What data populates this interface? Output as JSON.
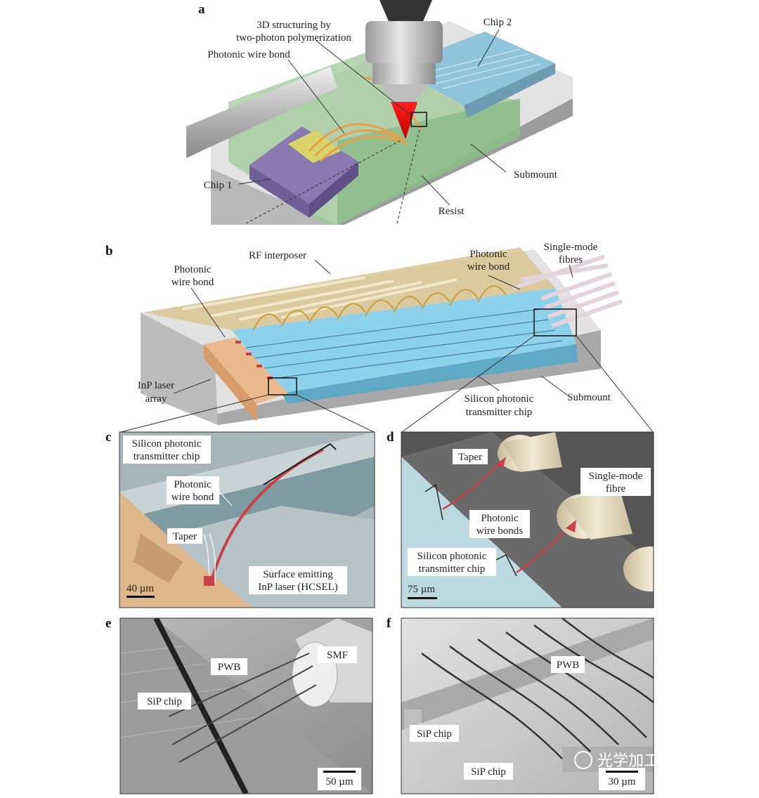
{
  "panels": {
    "a": {
      "letter": "a",
      "labels": {
        "structuring_line1": "3D structuring by",
        "structuring_line2": "two-photon polymerization",
        "photonic_wire_bond": "Photonic wire bond",
        "chip2": "Chip 2",
        "chip1": "Chip 1",
        "submount": "Submount",
        "resist": "Resist"
      }
    },
    "b": {
      "letter": "b",
      "labels": {
        "rf_interposer": "RF interposer",
        "pwb_left_line1": "Photonic",
        "pwb_left_line2": "wire bond",
        "pwb_right_line1": "Photonic",
        "pwb_right_line2": "wire bond",
        "fibres_line1": "Single-mode",
        "fibres_line2": "fibres",
        "laser_line1": "InP laser",
        "laser_line2": "array",
        "sipho_line1": "Silicon photonic",
        "sipho_line2": "transmitter chip",
        "submount": "Submount"
      }
    },
    "c": {
      "letter": "c",
      "labels": {
        "sipho_line1": "Silicon photonic",
        "sipho_line2": "transmitter chip",
        "pwb_line1": "Photonic",
        "pwb_line2": "wire bond",
        "taper": "Taper",
        "laser_line1": "Surface emitting",
        "laser_line2": "InP laser (HCSEL)"
      },
      "scalebar": "40 µm"
    },
    "d": {
      "letter": "d",
      "labels": {
        "taper": "Taper",
        "fibre_line1": "Single-mode",
        "fibre_line2": "fibre",
        "pwb_line1": "Photonic",
        "pwb_line2": "wire bonds",
        "sipho_line1": "Silicon photonic",
        "sipho_line2": "transmitter chip"
      },
      "scalebar": "75 µm"
    },
    "e": {
      "letter": "e",
      "labels": {
        "smf": "SMF",
        "pwb": "PWB",
        "sip_chip": "SiP chip"
      },
      "scalebar": "50 µm"
    },
    "f": {
      "letter": "f",
      "labels": {
        "pwb": "PWB",
        "sip_chip_1": "SiP chip",
        "sip_chip_2": "SiP chip"
      },
      "scalebar": "30 µm"
    }
  },
  "watermark": "光学加工小助手",
  "colors": {
    "laser_red": "#e0101a",
    "wire_orange": "#e8a04a",
    "chip1_purple": "#8a7ab0",
    "chip2_blue": "#8fc4dc",
    "resist_green": "#9fc99a",
    "silicon_blue": "#8ed1ea",
    "inp_peach": "#eab98e",
    "rf_gold": "#d8c690",
    "pwb_red": "#c8404a"
  }
}
